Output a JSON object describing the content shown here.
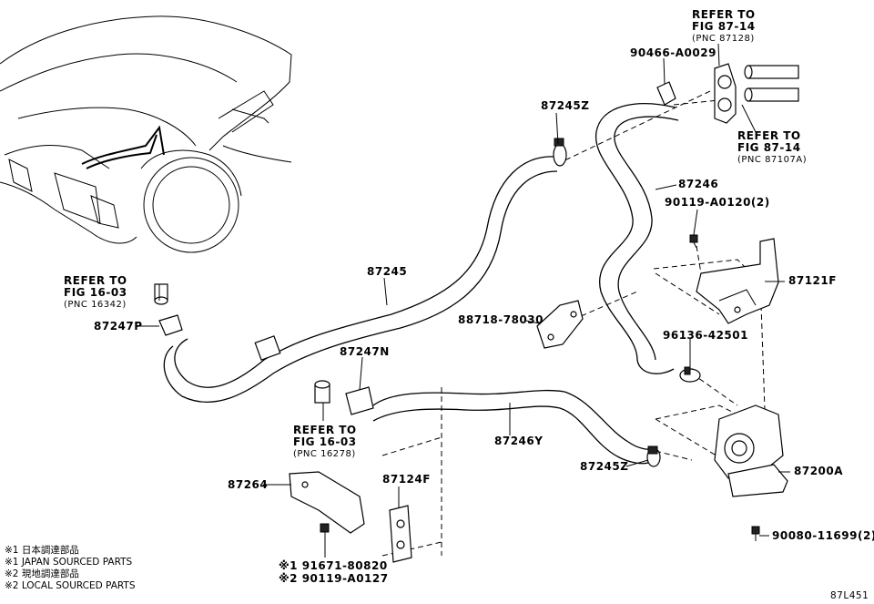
{
  "refs": {
    "fig87_14_top": {
      "l1": "REFER TO",
      "l2": "FIG 87-14",
      "l3": "(PNC 87128)"
    },
    "fig87_14_right": {
      "l1": "REFER TO",
      "l2": "FIG 87-14",
      "l3": "(PNC 87107A)"
    },
    "fig16_03_left": {
      "l1": "REFER TO",
      "l2": "FIG 16-03",
      "l3": "(PNC 16342)"
    },
    "fig16_03_mid": {
      "l1": "REFER TO",
      "l2": "FIG 16-03",
      "l3": "(PNC 16278)"
    }
  },
  "parts": {
    "p90466": "90466-A0029",
    "p87245Z_top": "87245Z",
    "p87246": "87246",
    "p90119": "90119-A0120(2)",
    "p87245": "87245",
    "p87121F": "87121F",
    "p88718": "88718-78030",
    "p96136": "96136-42501",
    "p87247P": "87247P",
    "p87247N": "87247N",
    "p87246Y": "87246Y",
    "p87245Z_bot": "87245Z",
    "p87200A": "87200A",
    "p87264": "87264",
    "p87124F": "87124F",
    "p91671": "※1 91671-80820",
    "p290119": "※2 90119-A0127",
    "p90080": "90080-11699(2)"
  },
  "notes": [
    "※1 日本調達部品",
    "※1 JAPAN SOURCED PARTS",
    "※2 現地調達部品",
    "※2 LOCAL SOURCED PARTS"
  ],
  "figure_code": "87L451"
}
